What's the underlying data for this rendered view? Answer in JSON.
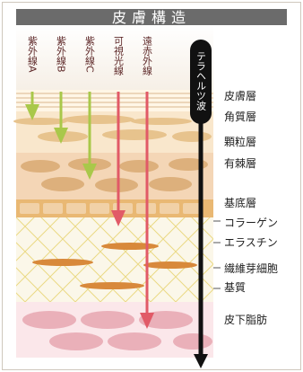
{
  "title": "皮膚構造",
  "rays": [
    {
      "name": "uva",
      "label": "紫外線A",
      "color": "#a9c84a"
    },
    {
      "name": "uvb",
      "label": "紫外線B",
      "color": "#a9c84a"
    },
    {
      "name": "uvc",
      "label": "紫外線C",
      "color": "#a9c84a"
    },
    {
      "name": "visible",
      "label": "可視光線",
      "color": "#e15a67"
    },
    {
      "name": "far-ir",
      "label": "遠赤外線",
      "color": "#e15a67"
    },
    {
      "name": "terahertz",
      "label": "テラヘルツ波",
      "color": "#000000"
    }
  ],
  "layers": {
    "hifu": "皮膚層",
    "kakushitsu": "角質層",
    "karyu": "顆粒層",
    "yukyoku": "有棘層",
    "kitei": "基底層",
    "collagen": "コラーゲン",
    "elastin": "エラスチン",
    "fibroblast": "繊維芽細胞",
    "kishitsu": "基質",
    "subcutaneous_fat": "皮下脂肪"
  }
}
